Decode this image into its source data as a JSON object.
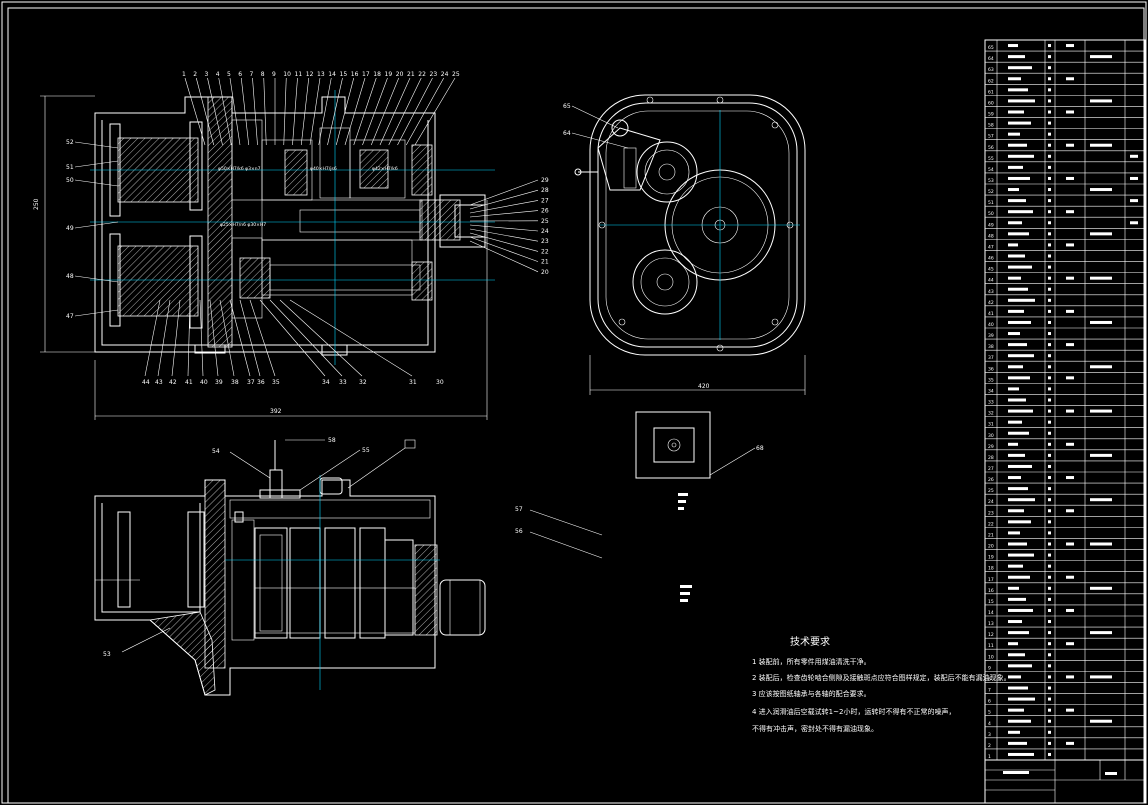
{
  "drawing": {
    "dimensions": {
      "front_width": "392",
      "front_height": "250",
      "side_width": "420"
    },
    "callouts_top": [
      "1",
      "2",
      "3",
      "4",
      "5",
      "6",
      "7",
      "8",
      "9",
      "10",
      "11",
      "12",
      "13",
      "14",
      "15",
      "16",
      "17",
      "18",
      "19",
      "20",
      "21",
      "22",
      "23",
      "24",
      "25"
    ],
    "callouts_bottom": [
      "44",
      "43",
      "42",
      "41",
      "40",
      "39",
      "38",
      "37",
      "36",
      "35",
      "34",
      "33",
      "32",
      "31"
    ],
    "callouts_left": [
      "52",
      "51",
      "50",
      "49",
      "48",
      "47"
    ],
    "callouts_right": [
      "29",
      "28",
      "27",
      "26",
      "25",
      "24",
      "23",
      "22",
      "21",
      "20"
    ],
    "side_labels": [
      "65",
      "64"
    ],
    "detail_label": "68",
    "bottom_view_labels": {
      "l54": "54",
      "l58": "58",
      "l55": "55",
      "l57": "57",
      "l56": "56",
      "l53": "53"
    },
    "inline_notes": [
      "φ50×H7/k6 φ3×n7",
      "φ40×H7/js6",
      "φ42×H7/k6",
      "φ25×H7/n6 φ30×H7"
    ]
  },
  "technical_requirements": {
    "title": "技术要求",
    "lines": [
      "1 装配前，所有零件用煤油清洗干净。",
      "2 装配后，检查齿轮啮合侧隙及接触斑点应符合图样规定，装配后不能有漏油现象。",
      "3 应该按图纸轴承与各轴的配合要求。",
      "4 进入润滑油后空载试转1~2小时，运转时不得有不正常的噪声，",
      "   不得有冲击声，密封处不得有漏油现象。"
    ]
  },
  "parts_list": {
    "rows": [
      "65",
      "64",
      "63",
      "62",
      "61",
      "60",
      "59",
      "58",
      "57",
      "56",
      "55",
      "54",
      "53",
      "52",
      "51",
      "50",
      "49",
      "48",
      "47",
      "46",
      "45",
      "44",
      "43",
      "42",
      "41",
      "40",
      "39",
      "38",
      "37",
      "36",
      "35",
      "34",
      "33",
      "32",
      "31",
      "30",
      "29",
      "28",
      "27",
      "26",
      "25",
      "24",
      "23",
      "22",
      "21",
      "20",
      "19",
      "18",
      "17",
      "16",
      "15",
      "14",
      "13",
      "12",
      "11",
      "10",
      "9",
      "8",
      "7",
      "6",
      "5",
      "4",
      "3",
      "2",
      "1"
    ]
  },
  "colors": {
    "background": "#000000",
    "line": "#ffffff",
    "center_line": "#00d8ff",
    "marker": "#ff2020"
  }
}
